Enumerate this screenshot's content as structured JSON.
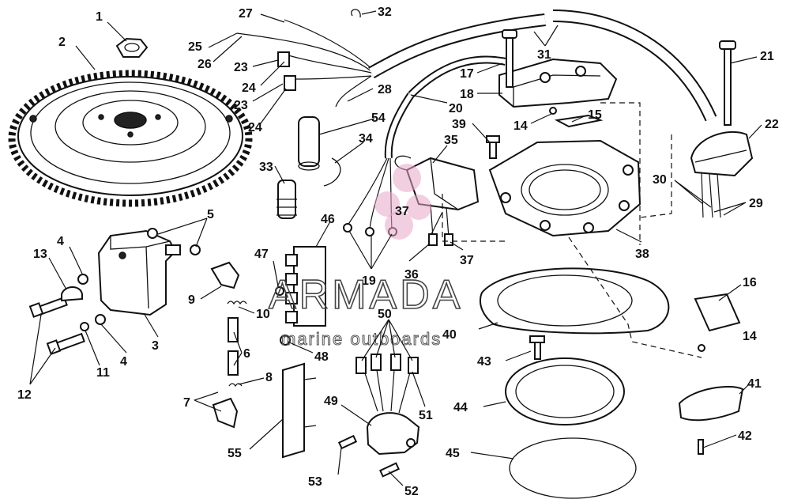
{
  "watermark": {
    "brand": "ARMADA",
    "tagline": "marine outboards",
    "logo_color": "#e8a6c8"
  },
  "callouts": [
    "1",
    "2",
    "3",
    "4",
    "4",
    "5",
    "6",
    "7",
    "8",
    "9",
    "10",
    "11",
    "12",
    "13",
    "14",
    "14",
    "15",
    "16",
    "17",
    "18",
    "19",
    "20",
    "21",
    "22",
    "23",
    "23",
    "24",
    "24",
    "25",
    "26",
    "27",
    "28",
    "29",
    "30",
    "31",
    "32",
    "33",
    "34",
    "35",
    "36",
    "37",
    "37",
    "38",
    "39",
    "40",
    "41",
    "42",
    "43",
    "44",
    "45",
    "46",
    "47",
    "48",
    "49",
    "50",
    "51",
    "52",
    "53",
    "54",
    "55"
  ]
}
